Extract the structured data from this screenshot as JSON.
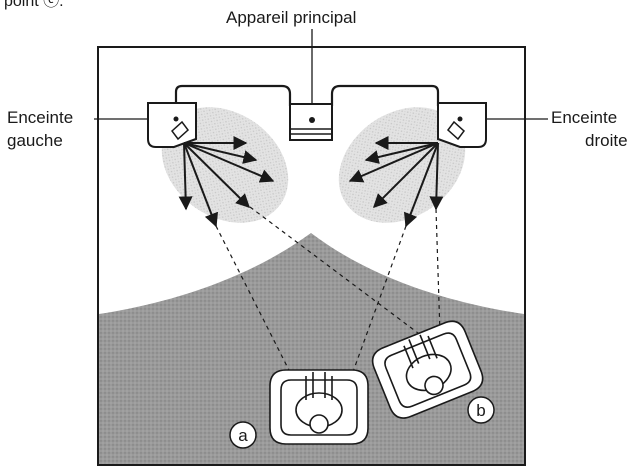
{
  "header_fragment": "point ⓒ.",
  "main_unit_label": "Appareil principal",
  "left_speaker_label": [
    "Enceinte",
    "gauche"
  ],
  "right_speaker_label": [
    "Enceinte",
    "droite"
  ],
  "positions": [
    "a",
    "b"
  ],
  "colors": {
    "line": "#1a1a1a",
    "floor": "#8f8f8f",
    "dispersion": "#cfcfcf"
  },
  "icons": [
    "speaker-icon",
    "main-unit-icon",
    "listener-chair-icon"
  ]
}
